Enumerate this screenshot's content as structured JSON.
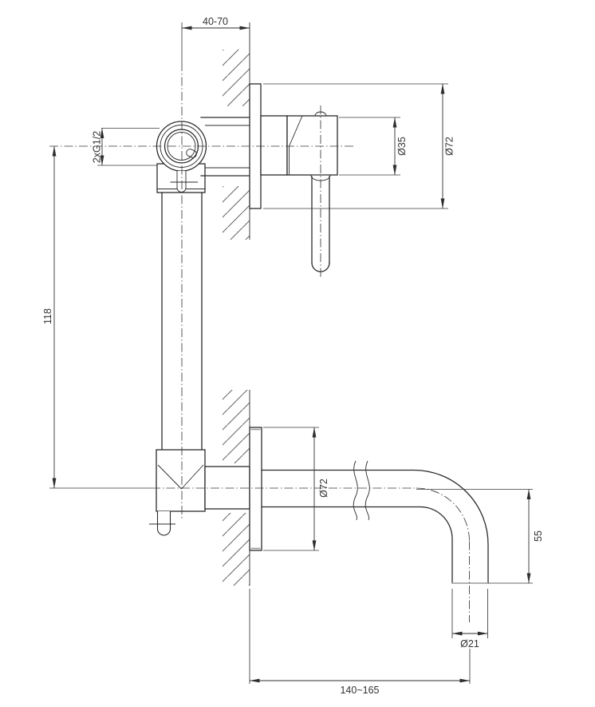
{
  "dimensions": {
    "wall_depth": "40-70",
    "inlet_thread": "2xG1/2",
    "cartridge_diameter": "Ø35",
    "top_escutcheon_diameter": "Ø72",
    "valve_to_spout_distance": "118",
    "bottom_escutcheon_diameter": "Ø72",
    "spout_drop": "55",
    "spout_outlet_diameter": "Ø21",
    "spout_reach": "140~165"
  },
  "colors": {
    "line": "#2b2b2b",
    "dimension": "#2e2e2e",
    "hatch": "#6a6a6a",
    "text": "#333333",
    "background": "#ffffff"
  }
}
